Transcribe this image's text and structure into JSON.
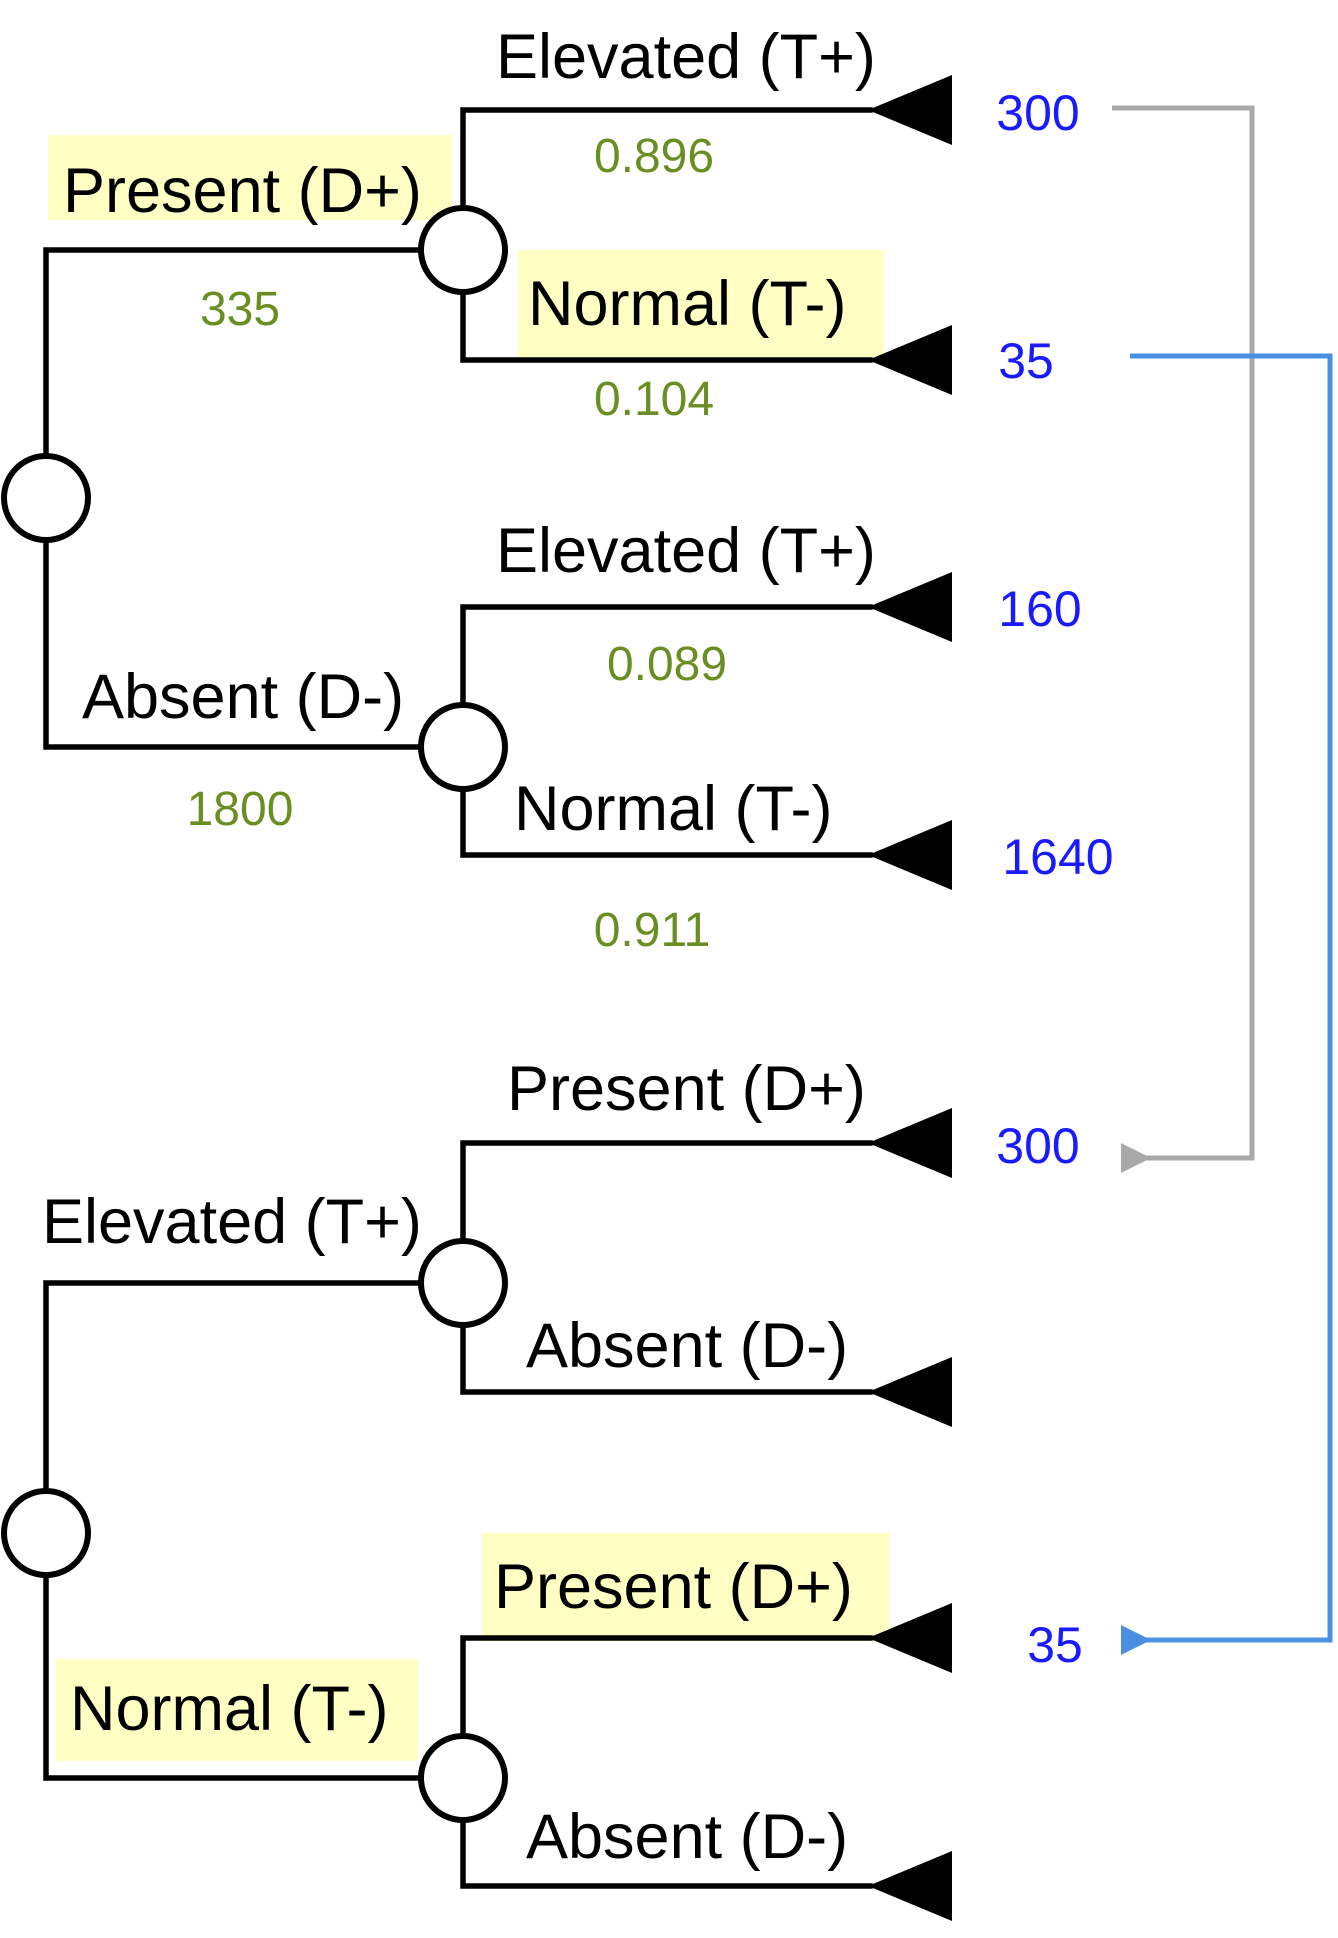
{
  "colors": {
    "probability": "#6b8e23",
    "count": "#1a1aff",
    "highlight": "#ffffc4",
    "arrow_gray": "#a9a9a9",
    "arrow_blue": "#4a90e2"
  },
  "tree1": {
    "branch_present": {
      "label": "Present (D+)",
      "count": "335",
      "highlighted": true,
      "elevated": {
        "label": "Elevated (T+)",
        "prob": "0.896",
        "count": "300"
      },
      "normal": {
        "label": "Normal (T-)",
        "prob": "0.104",
        "count": "35",
        "highlighted": true
      }
    },
    "branch_absent": {
      "label": "Absent (D-)",
      "count": "1800",
      "elevated": {
        "label": "Elevated (T+)",
        "prob": "0.089",
        "count": "160"
      },
      "normal": {
        "label": "Normal (T-)",
        "prob": "0.911",
        "count": "1640"
      }
    }
  },
  "tree2": {
    "branch_elevated": {
      "label": "Elevated (T+)",
      "present": {
        "label": "Present (D+)",
        "count": "300"
      },
      "absent": {
        "label": "Absent (D-)"
      }
    },
    "branch_normal": {
      "label": "Normal (T-)",
      "highlighted": true,
      "present": {
        "label": "Present (D+)",
        "count": "35",
        "highlighted": true
      },
      "absent": {
        "label": "Absent (D-)"
      }
    }
  },
  "icons": [
    "chance-node-icon",
    "terminal-node-icon",
    "arrow-head-icon"
  ]
}
